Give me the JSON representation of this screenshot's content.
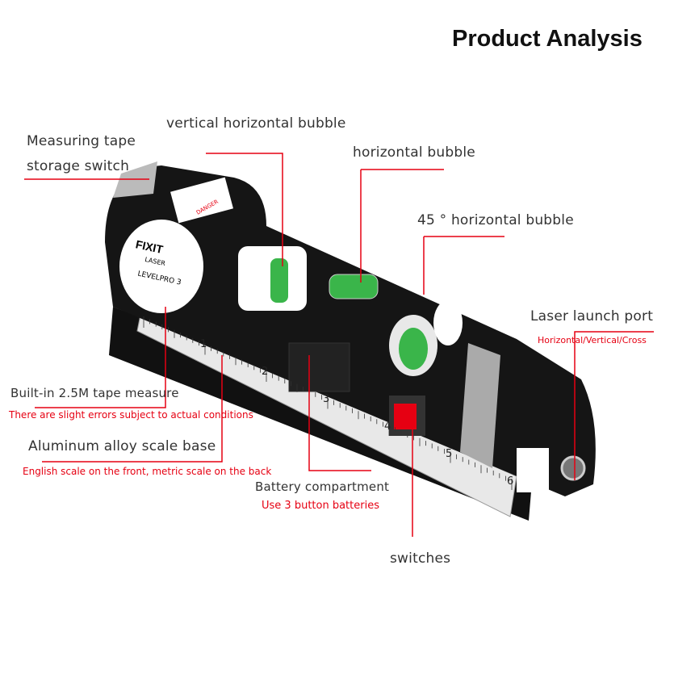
{
  "title": "Product Analysis",
  "callouts": {
    "tape_switch_1": "Measuring tape",
    "tape_switch_2": "storage switch",
    "vertical_bubble": "vertical horizontal bubble",
    "horizontal_bubble": "horizontal bubble",
    "bubble_45": "45 ° horizontal bubble",
    "laser_port": "Laser launch port",
    "laser_port_note": "Horizontal/Vertical/Cross",
    "tape_measure": "Built-in 2.5M tape measure",
    "tape_measure_note": "There are slight errors subject to actual conditions",
    "scale_base": "Aluminum alloy scale base",
    "scale_base_note": "English scale on the front, metric scale on the back",
    "battery": "Battery compartment",
    "battery_note": "Use 3 button batteries",
    "switches": "switches"
  },
  "product": {
    "brand": "FIXIT",
    "brand_sub": "LASER",
    "model": "LEVELPRO 3",
    "warning": "DANGER",
    "scale_numbers": [
      "1",
      "2",
      "3",
      "4",
      "5",
      "6"
    ]
  },
  "colors": {
    "accent": "#e60012",
    "text": "#333333"
  }
}
